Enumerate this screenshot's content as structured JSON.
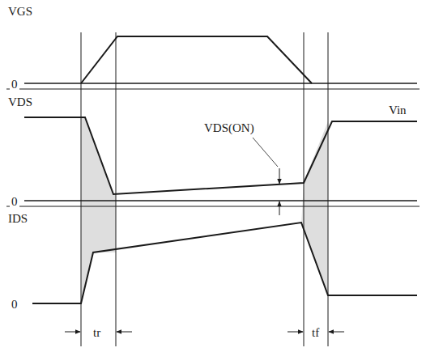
{
  "diagram": {
    "labels": [
      "VGS",
      "0",
      "VDS",
      "Vin",
      "VDS(ON)",
      "0",
      "IDS",
      "0",
      "tr",
      "tf"
    ]
  }
}
